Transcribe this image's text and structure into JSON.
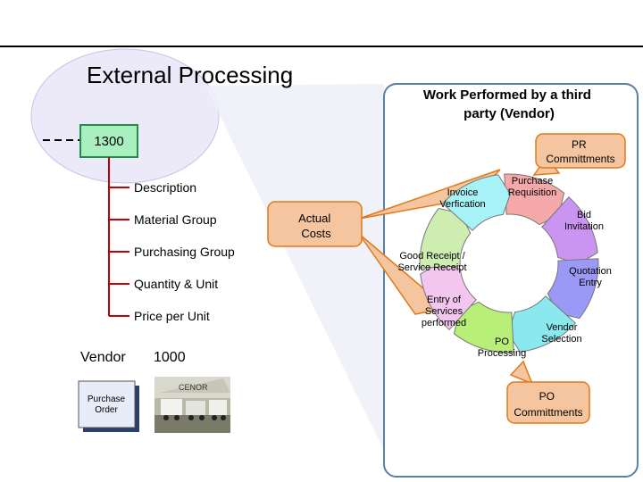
{
  "header": {
    "title": "External Processing"
  },
  "org": {
    "plant_code": "1300"
  },
  "fields": [
    "Description",
    "Material Group",
    "Purchasing Group",
    "Quantity & Unit",
    "Price per Unit"
  ],
  "vendor": {
    "label": "Vendor",
    "number": "1000",
    "doc_label": "Purchase Order",
    "photo_text": "CENOR"
  },
  "actual_costs": "Actual Costs",
  "panel": {
    "title": "Work Performed by a third party (Vendor)"
  },
  "cycle": {
    "steps": [
      {
        "label": "Purchase Requisition",
        "color": "#f6a9a9"
      },
      {
        "label": "Bid Invitation",
        "color": "#c995f1"
      },
      {
        "label": "Quotation Entry",
        "color": "#9a9af6"
      },
      {
        "label": "Vendor Selection",
        "color": "#8ae8ee"
      },
      {
        "label": "PO Processing",
        "color": "#b8ef78"
      },
      {
        "label": "Entry of Services performed",
        "color": "#f3c6ef"
      },
      {
        "label": "Good Receipt / Service Receipt",
        "color": "#cdeeb0"
      },
      {
        "label": "Invoice Verfication",
        "color": "#a6f2f6"
      }
    ]
  },
  "commitments": {
    "pr": "PR Committments",
    "po": "PO Committments"
  },
  "colors": {
    "accent_green": "#a8f0c0",
    "panel_border": "#5a7fa8",
    "callout": "#f4c59e",
    "callout_border": "#e07a18",
    "circle": "#ece9f8",
    "vendor_card": "#e8ecf8"
  }
}
